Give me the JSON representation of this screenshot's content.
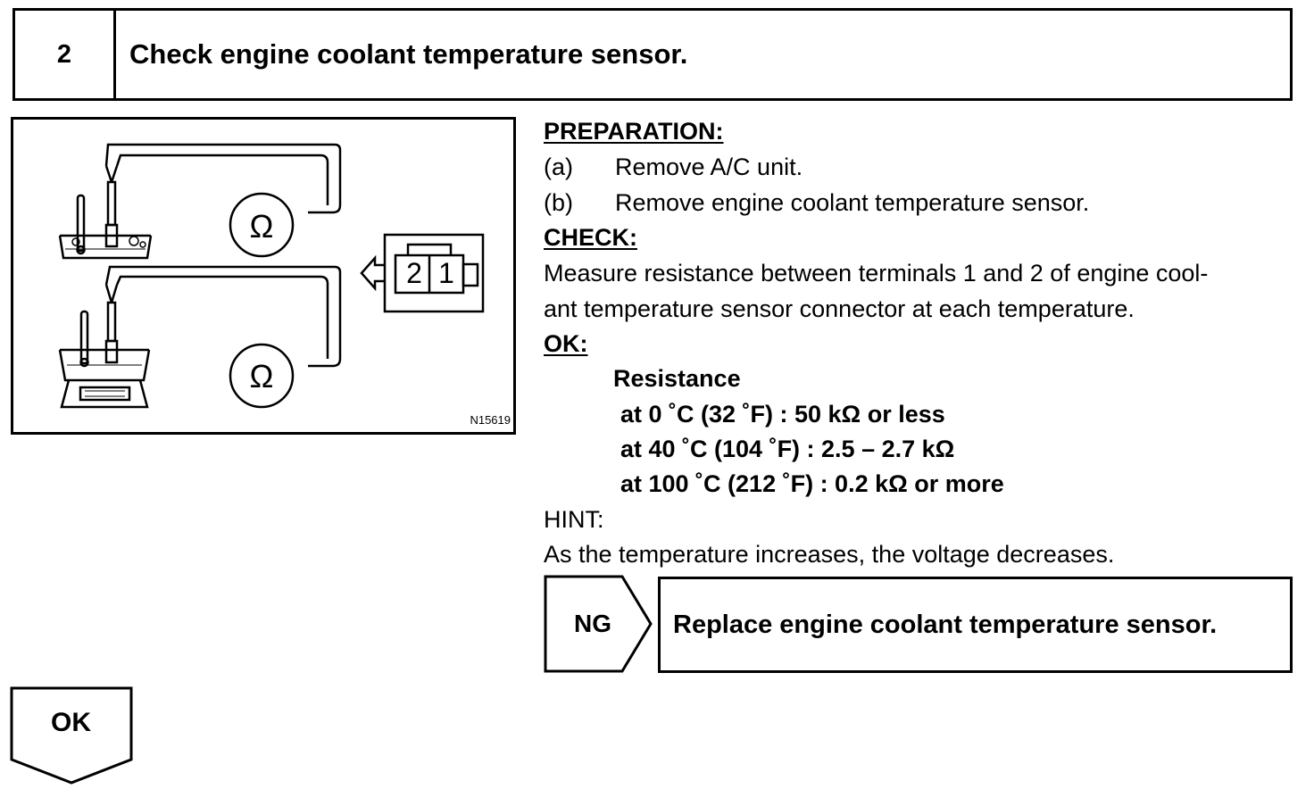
{
  "step": {
    "number": "2",
    "title": "Check engine coolant temperature sensor."
  },
  "figure": {
    "code": "N15619",
    "omega": "Ω",
    "terminal_2": "2",
    "terminal_1": "1"
  },
  "preparation": {
    "heading": "PREPARATION:",
    "items": [
      {
        "label": "(a)",
        "text": "Remove A/C unit."
      },
      {
        "label": "(b)",
        "text": "Remove engine coolant temperature sensor."
      }
    ]
  },
  "check": {
    "heading": "CHECK:",
    "lines": [
      "Measure resistance between terminals 1 and 2 of engine cool-",
      "ant temperature sensor connector at each temperature."
    ]
  },
  "ok_spec": {
    "heading": "OK:",
    "title": "Resistance",
    "rows": [
      "at 0 ˚C (32 ˚F) : 50 kΩ or less",
      "at 40 ˚C (104 ˚F) : 2.5 – 2.7 kΩ",
      "at 100 ˚C (212 ˚F) : 0.2 kΩ or more"
    ]
  },
  "hint": {
    "heading": "HINT:",
    "text": "As the temperature increases, the voltage decreases."
  },
  "ng": {
    "label": "NG",
    "action": "Replace engine coolant temperature sensor."
  },
  "ok_next": {
    "label": "OK"
  }
}
